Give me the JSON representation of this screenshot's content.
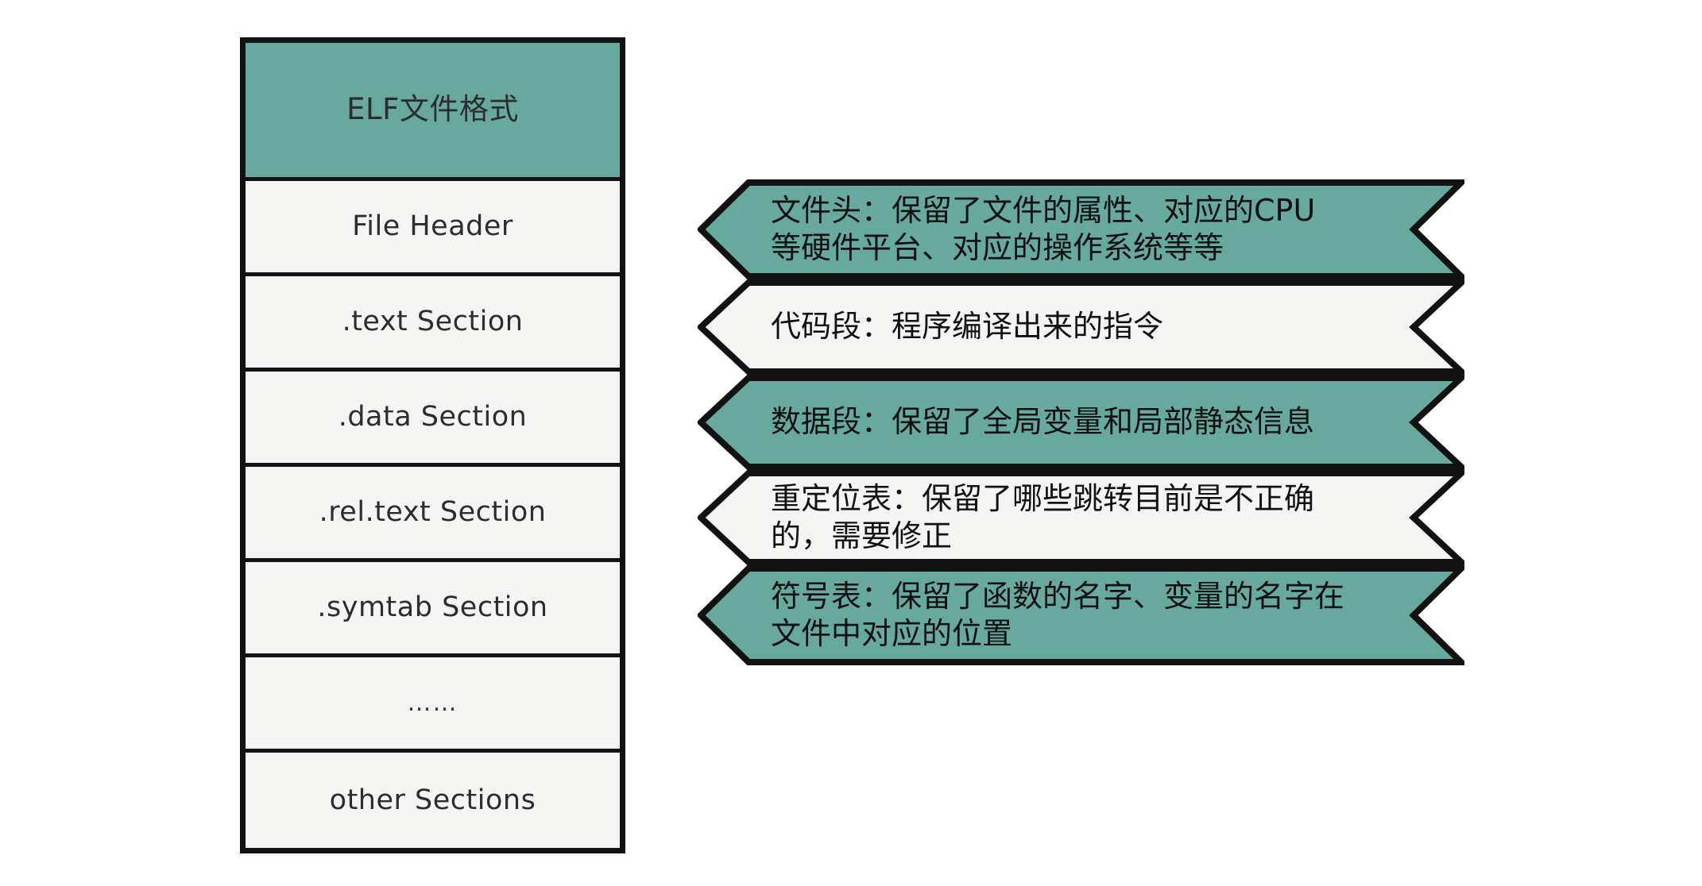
{
  "diagram": {
    "title": "ELF文件格式",
    "colors": {
      "accent_green": "#68a99d",
      "panel_gray": "#f4f5f3",
      "outline": "#121212",
      "text": "#2d2d2d",
      "background": "#ffffff"
    },
    "elf_stack": {
      "header_label": "ELF文件格式",
      "rows": [
        {
          "label": "File Header",
          "fill": "panel"
        },
        {
          "label": ".text Section",
          "fill": "panel"
        },
        {
          "label": ".data Section",
          "fill": "panel"
        },
        {
          "label": ".rel.text Section",
          "fill": "panel"
        },
        {
          "label": ".symtab Section",
          "fill": "panel"
        },
        {
          "label": "……",
          "fill": "panel"
        },
        {
          "label": "other Sections",
          "fill": "panel"
        }
      ]
    },
    "annotations": [
      {
        "target": "File Header",
        "fill": "green",
        "lines": [
          "文件头：保留了文件的属性、对应的CPU",
          "等硬件平台、对应的操作系统等等"
        ]
      },
      {
        "target": ".text Section",
        "fill": "gray",
        "lines": [
          "代码段：程序编译出来的指令"
        ]
      },
      {
        "target": ".data Section",
        "fill": "green",
        "lines": [
          "数据段：保留了全局变量和局部静态信息"
        ]
      },
      {
        "target": ".rel.text Section",
        "fill": "gray",
        "lines": [
          "重定位表：保留了哪些跳转目前是不正确",
          "的，需要修正"
        ]
      },
      {
        "target": ".symtab Section",
        "fill": "green",
        "lines": [
          "符号表：保留了函数的名字、变量的名字在",
          "文件中对应的位置"
        ]
      }
    ]
  }
}
